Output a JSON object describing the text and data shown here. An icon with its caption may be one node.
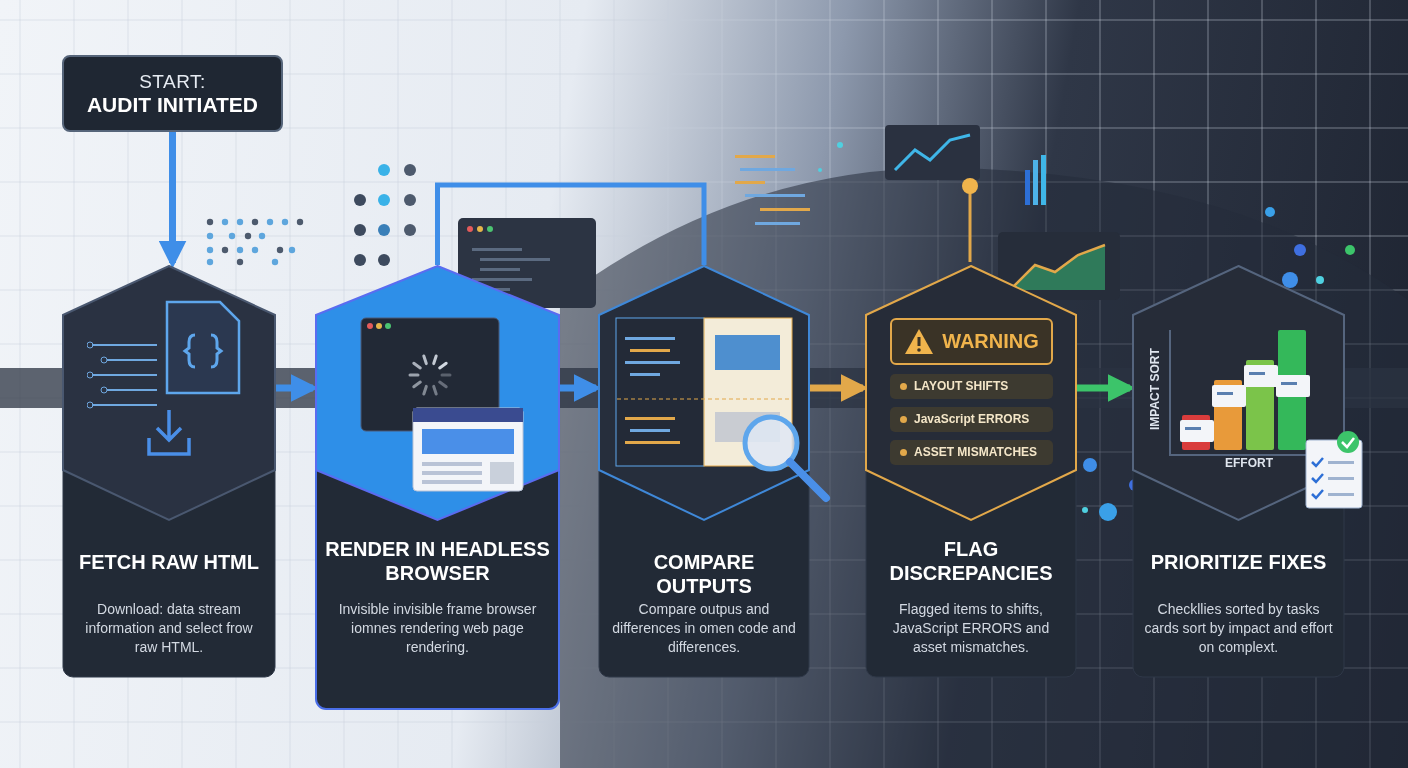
{
  "diagram": {
    "nodes": [
      {
        "text": [
          "START:",
          "AUDIT INITIATED"
        ]
      },
      {
        "text": [
          "FETCH RAW HTML",
          "Download: data stream information and select frow raw HTML."
        ]
      },
      {
        "text": [
          "RENDER IN HEADLESS BROWSER",
          "Invisible invisible frame browser iomnes rendering web page rendering."
        ]
      },
      {
        "text": [
          "COMPARE OUTPUTS",
          "Compare outpus and differences in omen code and differences."
        ]
      },
      {
        "text": [
          "FLAG DISCREPANCIES",
          "Flagged items to shifts, JavaScript ERRORS and asset mismatches."
        ]
      },
      {
        "text": [
          "WARNING"
        ],
        "in": 4
      },
      {
        "text": [
          "LAYOUT SHIFTS"
        ],
        "in": 4
      },
      {
        "text": [
          "JavaScript ERRORS"
        ],
        "in": 4
      },
      {
        "text": [
          "ASSET MISMATCHES"
        ],
        "in": 4
      },
      {
        "text": [
          "PRIORITIZE FIXES",
          "Checkllies sorted by tasks cards sort by impact and effort on complext."
        ]
      }
    ],
    "edges": [
      {
        "from": 0,
        "to": 1,
        "arrow": "to"
      },
      {
        "from": 1,
        "to": 2,
        "arrow": "to"
      },
      {
        "from": 2,
        "to": 3,
        "arrow": "none"
      },
      {
        "from": 2,
        "to": 3,
        "arrow": "to"
      },
      {
        "from": 3,
        "to": 4,
        "arrow": "to",
        "color": "#e2a84a"
      },
      {
        "from": 4,
        "to": 9,
        "arrow": "to",
        "color": "#3cc46a"
      }
    ],
    "labels": [
      "IMPACT SORT",
      "EFFORT"
    ]
  }
}
